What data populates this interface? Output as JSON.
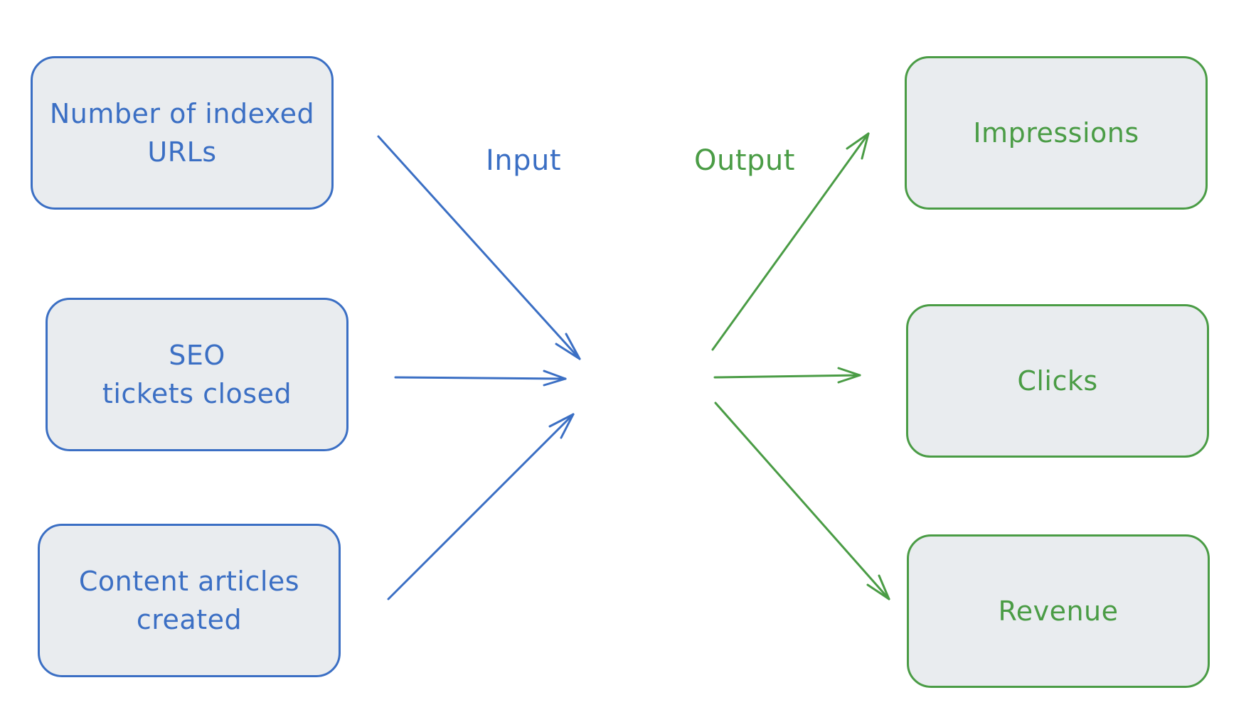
{
  "inputs": {
    "caption": "Input",
    "boxes": [
      {
        "label": "Number of indexed\nURLs"
      },
      {
        "label": "SEO\ntickets closed"
      },
      {
        "label": "Content articles\ncreated"
      }
    ]
  },
  "outputs": {
    "caption": "Output",
    "boxes": [
      {
        "label": "Impressions"
      },
      {
        "label": "Clicks"
      },
      {
        "label": "Revenue"
      }
    ]
  },
  "colors": {
    "input": "#3b6fc4",
    "output": "#4a9c45",
    "box_fill": "#e9ecef"
  }
}
